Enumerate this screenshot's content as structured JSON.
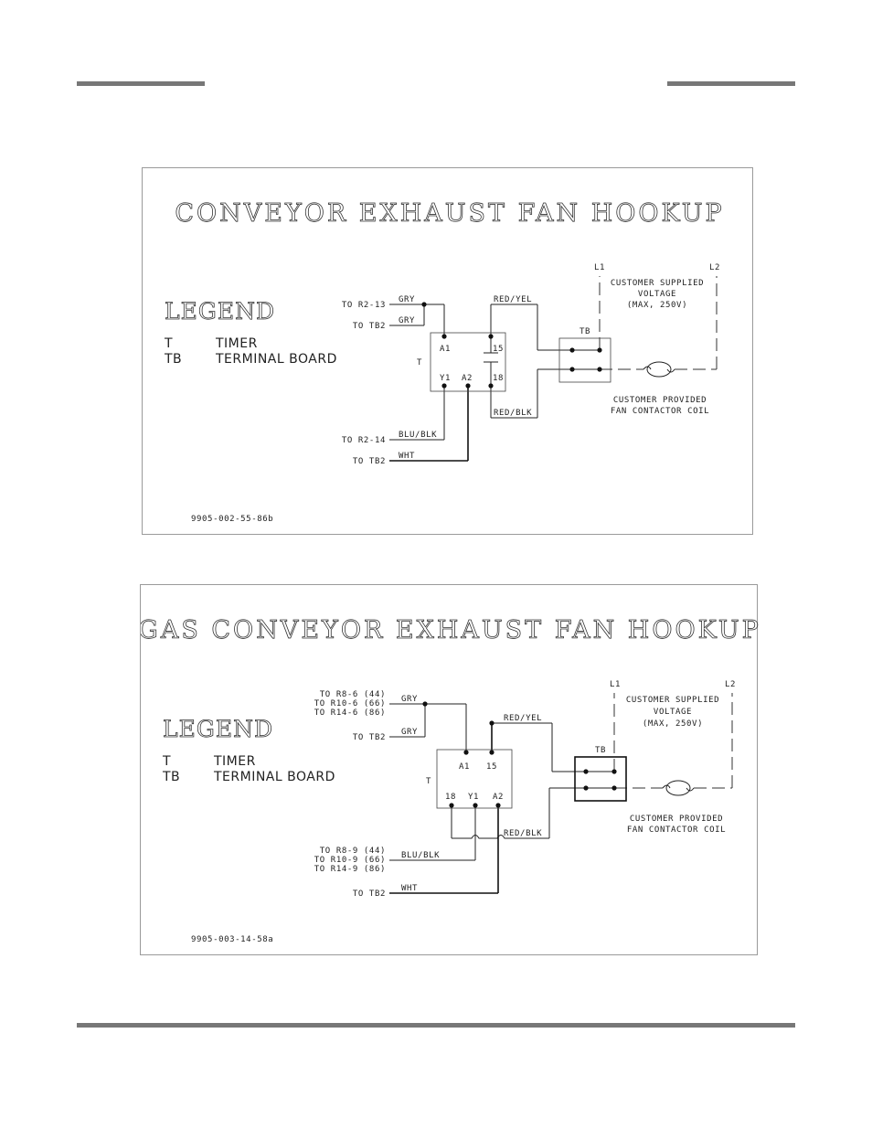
{
  "diagram1": {
    "title": "CONVEYOR EXHAUST FAN HOOKUP",
    "legend_title": "LEGEND",
    "legend": [
      {
        "abbr": "T",
        "meaning": "TIMER"
      },
      {
        "abbr": "TB",
        "meaning": "TERMINAL BOARD"
      }
    ],
    "left_labels": [
      "TO R2-13",
      "TO TB2",
      "TO R2-14",
      "TO TB2"
    ],
    "wire_labels": [
      "GRY",
      "GRY",
      "BLU/BLK",
      "WHT",
      "RED/YEL",
      "RED/BLK"
    ],
    "timer_label": "T",
    "terminals": [
      "A1",
      "15",
      "Y1",
      "A2",
      "18"
    ],
    "tb_label": "TB",
    "l1": "L1",
    "l2": "L2",
    "supply": [
      "CUSTOMER SUPPLIED",
      "VOLTAGE",
      "(MAX, 250V)"
    ],
    "coil": [
      "CUSTOMER PROVIDED",
      "FAN CONTACTOR COIL"
    ],
    "code": "9905-002-55-86b"
  },
  "diagram2": {
    "title": "GAS CONVEYOR EXHAUST FAN HOOKUP",
    "legend_title": "LEGEND",
    "legend": [
      {
        "abbr": "T",
        "meaning": "TIMER"
      },
      {
        "abbr": "TB",
        "meaning": "TERMINAL BOARD"
      }
    ],
    "left_labels_top": [
      "TO R8-6 (44)",
      "TO R10-6 (66)",
      "TO R14-6 (86)"
    ],
    "left_labels_tb2a": "TO TB2",
    "left_labels_bottom": [
      "TO R8-9 (44)",
      "TO R10-9 (66)",
      "TO R14-9 (86)"
    ],
    "left_labels_tb2b": "TO TB2",
    "wire_labels": [
      "GRY",
      "GRY",
      "BLU/BLK",
      "WHT",
      "RED/YEL",
      "RED/BLK"
    ],
    "timer_label": "T",
    "terminals": [
      "A1",
      "15",
      "18",
      "Y1",
      "A2"
    ],
    "tb_label": "TB",
    "l1": "L1",
    "l2": "L2",
    "supply": [
      "CUSTOMER SUPPLIED",
      "VOLTAGE",
      "(MAX, 250V)"
    ],
    "coil": [
      "CUSTOMER PROVIDED",
      "FAN CONTACTOR COIL"
    ],
    "code": "9905-003-14-58a"
  }
}
